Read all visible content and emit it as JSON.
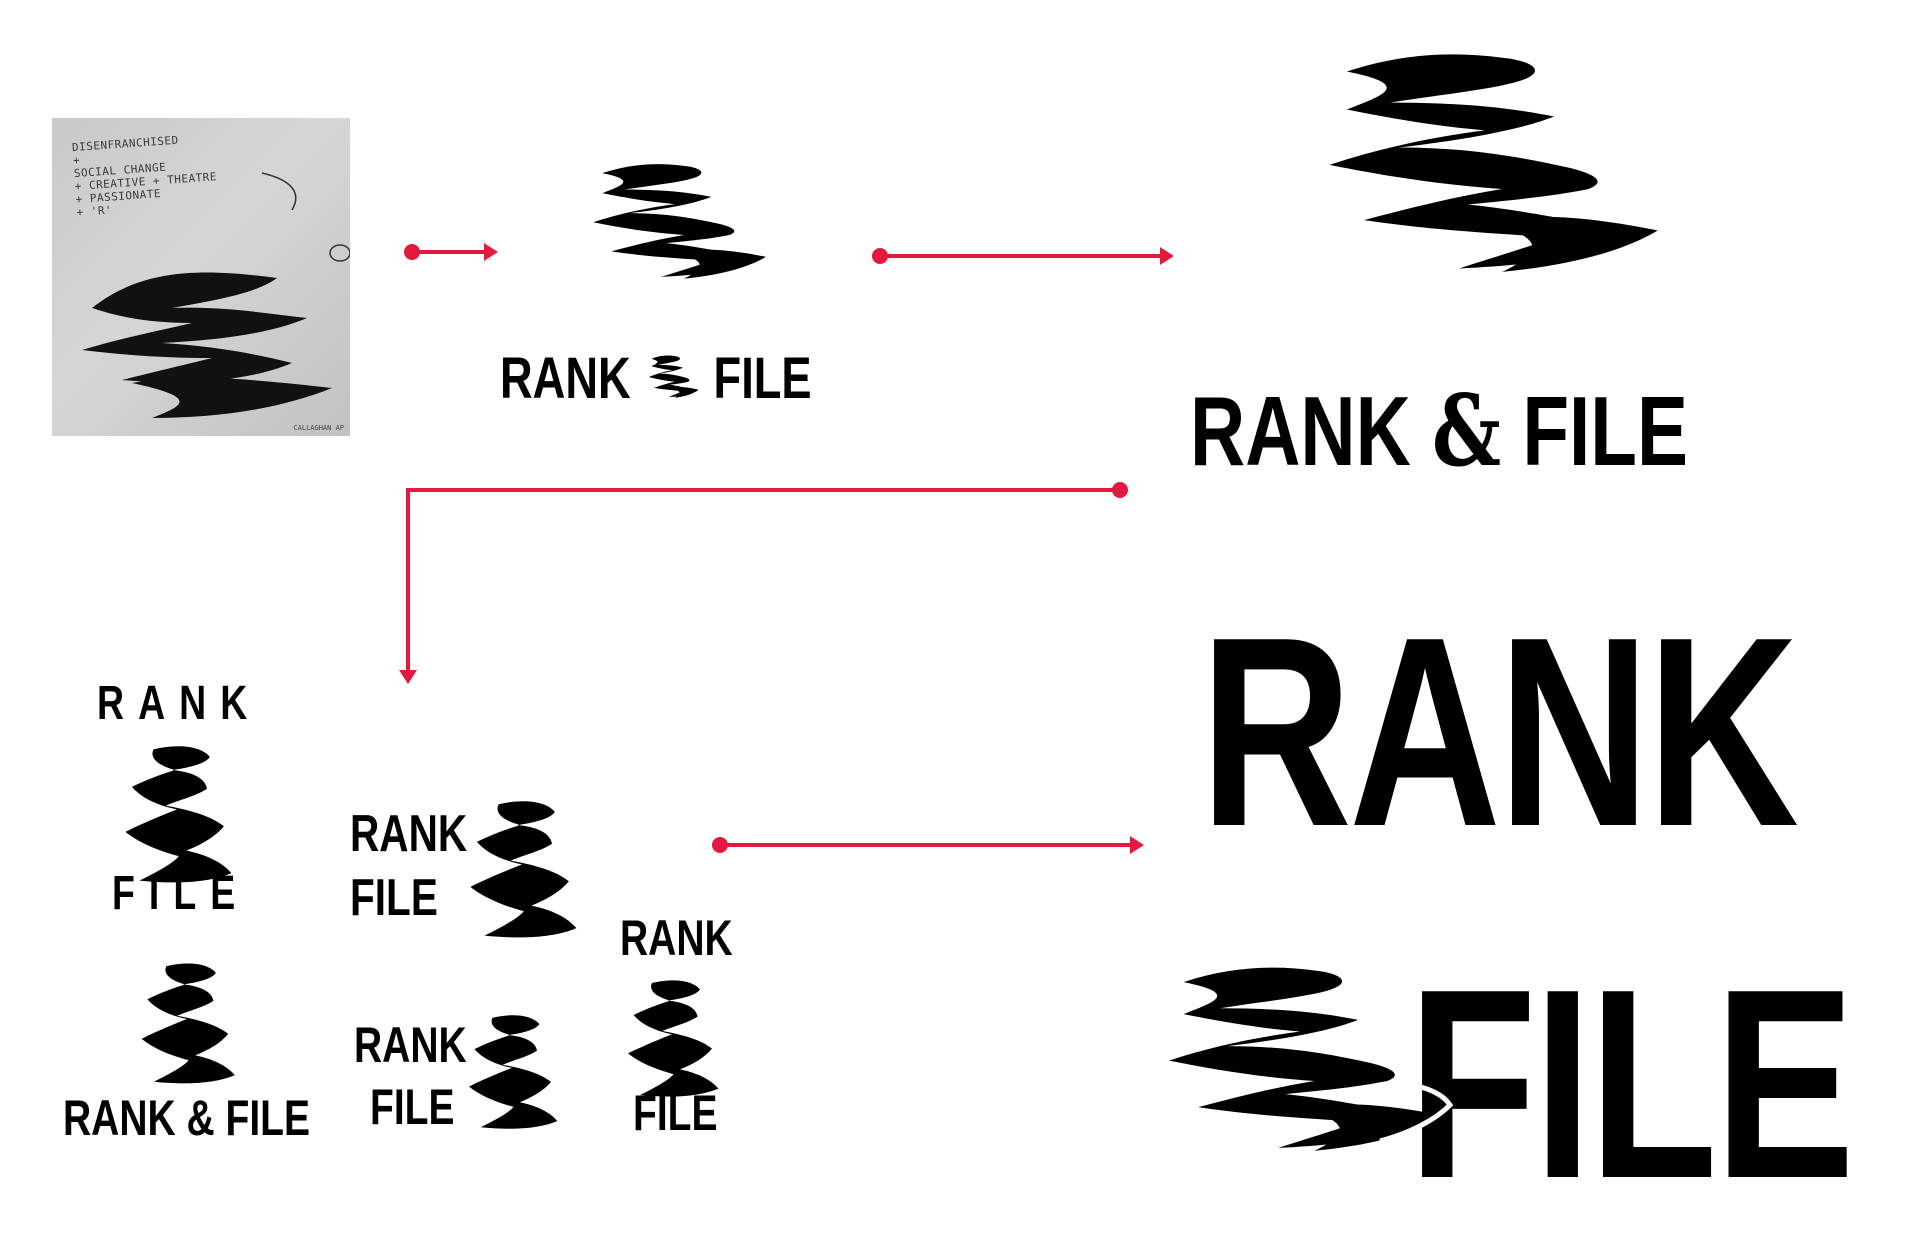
{
  "colors": {
    "accent": "#e5193f",
    "ink": "#000000",
    "sketch_bg": "#cfcfcd"
  },
  "sketch": {
    "notes": "DISENFRANCHISED\n        +\n   SOCIAL CHANGE\n + CREATIVE    + THEATRE\n+ PASSIONATE\n + 'R'",
    "credit": "CALLAGHAN AP"
  },
  "wordmarks": {
    "small": {
      "rank": "RANK",
      "amp": "&",
      "file": "FILE"
    },
    "medium": {
      "rank": "RANK",
      "amp": "&",
      "file": "FILE"
    },
    "stacked_spaced": {
      "rank": "RANK",
      "file": "FILE"
    },
    "stacked_left": {
      "rank": "RANK",
      "file": "FILE"
    },
    "bottom_line": "RANK & FILE",
    "stacked_small": {
      "rank": "RANK",
      "file": "FILE"
    },
    "stacked_right": {
      "rank": "RANK",
      "file": "FILE"
    },
    "large": {
      "rank": "RANK",
      "file": "FILE"
    }
  },
  "icons": [
    "ampersand-scribble-icon",
    "arrow-right-icon",
    "arrow-down-icon"
  ]
}
